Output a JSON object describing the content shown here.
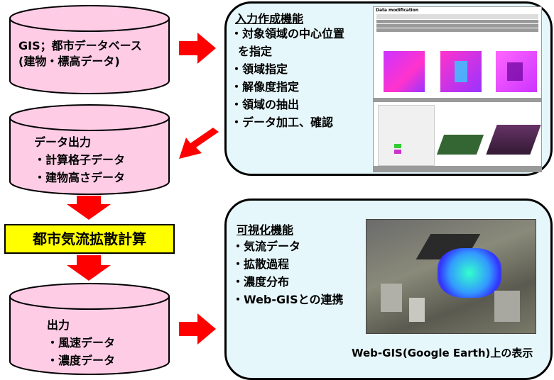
{
  "cylinder_top": {
    "line1": "GIS；都市データベース",
    "line2": "(建物・標高データ)"
  },
  "cylinder_middle": {
    "line1": "データ出力",
    "line2": "・計算格子データ",
    "line3": "・建物高さデータ"
  },
  "yellow_box": {
    "label": "都市気流拡散計算"
  },
  "cylinder_bottom": {
    "line1": "出力",
    "line2": "・風速データ",
    "line3": "・濃度データ"
  },
  "panel_input": {
    "title": "入力作成機能",
    "items": [
      "・対象領域の中心位置",
      "を指定",
      "・領域指定",
      "・解像度指定",
      "・領域の抽出",
      "・データ加工、確認"
    ]
  },
  "panel_visual": {
    "title": "可視化機能",
    "items": [
      "・気流データ",
      "・拡散過程",
      "・濃度分布",
      "・Web-GISとの連携"
    ],
    "caption": "Web-GIS(Google Earth)上の表示"
  },
  "screenshot": {
    "title": "Data modification"
  },
  "colors": {
    "arrow": "#ff0000",
    "cylinder_fill": "#ffcce6",
    "panel_fill": "#e6f7fb",
    "yellow": "#ffff00"
  }
}
